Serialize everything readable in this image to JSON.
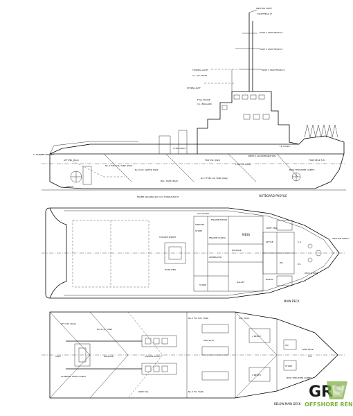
{
  "outboard_profile": {
    "title": "OUTBOARD PROFILE",
    "frame_spacing": "FRAME SPACING 600 mm THROUGHOUT",
    "mast_labels": [
      "ANCHOR LIGHT",
      "MASTHEAD LT.",
      "MAST 1 MASTHEAD LT.",
      "MAST 2 MASTHEAD LT.",
      "MAST 3 MASTHEAD LT.",
      "TOWING LIGHT",
      "C.L. OF SHAFT",
      "STERN LIGHT",
      "FULL HOUSE",
      "C.L. BOLLARD"
    ],
    "hull_labels": [
      "AFT P.W. (P&S)",
      "No.4 FUEL OIL TANK (P&S)",
      "No.3 P.D. WATER TANK",
      "BAL. TANK (P&S)",
      "No.3 FUEL OIL TANK (P&S)",
      "FUEL OIL (P&S)",
      "FOR P.W. (P&S)",
      "CREW'S ACCOMMODATION",
      "BOW THRUSTER COMPT.",
      "FORE PEAK F.W.",
      "FD CHAIN",
      "TYPE PORTS",
      "T\" RUBBER FENDER",
      "SHAFT"
    ]
  },
  "main_deck": {
    "title": "MAIN DECK",
    "room_labels": [
      "CO2 ROOM",
      "ENGINE INTAKE",
      "SHELVES",
      "STORE",
      "ENGINE CASING",
      "MESS",
      "PASSAGE",
      "GALLEY",
      "STORE",
      "C.C.",
      "P.S.",
      "GENERATOR",
      "OFFICE",
      "WC",
      "CHIEF ENG.",
      "BOSUN",
      "TUGGER WINCH",
      "HOSE REEL",
      "ANCHOR WINCH",
      "DECK STORE"
    ]
  },
  "below_main_deck": {
    "title": "BELOW MAIN DECK",
    "room_labels": [
      "VOID",
      "AFT P.W. (P&S)",
      "No.4 F.O. TANK",
      "STEERING GEAR COMPT.",
      "PASSAGE",
      "ENGINE ROOM",
      "GEN SETS",
      "BOW THRUSTER COMPT.",
      "FORE PEAK",
      "F.W.",
      "4 BERTH",
      "4 BERTH",
      "WC",
      "STORE",
      "No.2 F.O. DAY TANK",
      "No.3 F.O. TANK",
      "P.W. TANK",
      "DIRTY OIL"
    ]
  },
  "branding": {
    "logo": "GRS",
    "logo_sub": "OFFSHORE RENEWABLES"
  },
  "colors": {
    "line": "#000000",
    "background": "#ffffff",
    "logo_dark": "#1c1c1c",
    "logo_green": "#7fb241"
  }
}
